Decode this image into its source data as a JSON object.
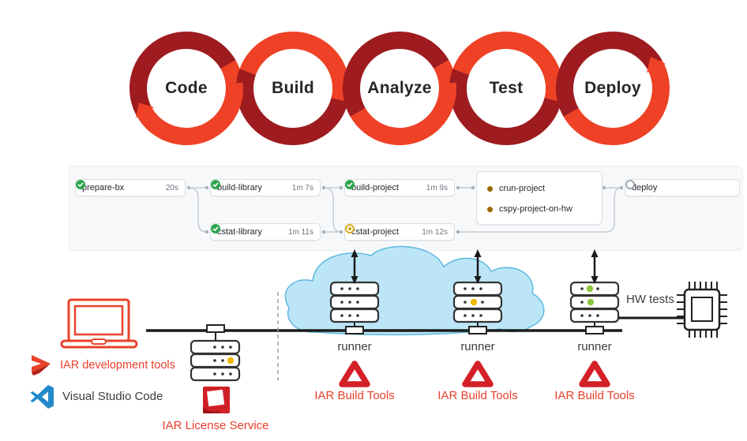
{
  "devops_loop": {
    "stages": [
      "Code",
      "Build",
      "Analyze",
      "Test",
      "Deploy"
    ],
    "dark_color": "#9e1b1f",
    "bright_color": "#ee4125"
  },
  "workflow": {
    "jobs": {
      "prepare": {
        "label": "prepare-bx",
        "duration": "20s",
        "status": "success"
      },
      "build_library": {
        "label": "build-library",
        "duration": "1m 7s",
        "status": "success"
      },
      "cstat_library": {
        "label": "cstat-library",
        "duration": "1m 11s",
        "status": "success"
      },
      "build_project": {
        "label": "build-project",
        "duration": "1m 9s",
        "status": "success"
      },
      "cstat_project": {
        "label": "cstat-project",
        "duration": "1m 12s",
        "status": "in_progress"
      },
      "crun_project": {
        "label": "crun-project",
        "status": "queued"
      },
      "cspy_project": {
        "label": "cspy-project-on-hw",
        "status": "queued"
      },
      "deploy": {
        "label": "deploy",
        "status": "pending"
      }
    },
    "status_colors": {
      "success": "#2da44e",
      "in_progress": "#d9a40f",
      "queued": "#9a6700",
      "pending": "#8c959f"
    }
  },
  "infra": {
    "dev_tools_label": "IAR development tools",
    "vscode_label": "Visual Studio Code",
    "license_service_label": "IAR License Service",
    "hw_tests_label": "HW tests",
    "runners": [
      {
        "name": "runner",
        "tool": "IAR Build Tools"
      },
      {
        "name": "runner",
        "tool": "IAR Build Tools"
      },
      {
        "name": "runner",
        "tool": "IAR Build Tools"
      }
    ],
    "brand_red": "#e8402d",
    "cloud_fill": "#bce6f7",
    "vscode_blue": "#2489ca"
  }
}
